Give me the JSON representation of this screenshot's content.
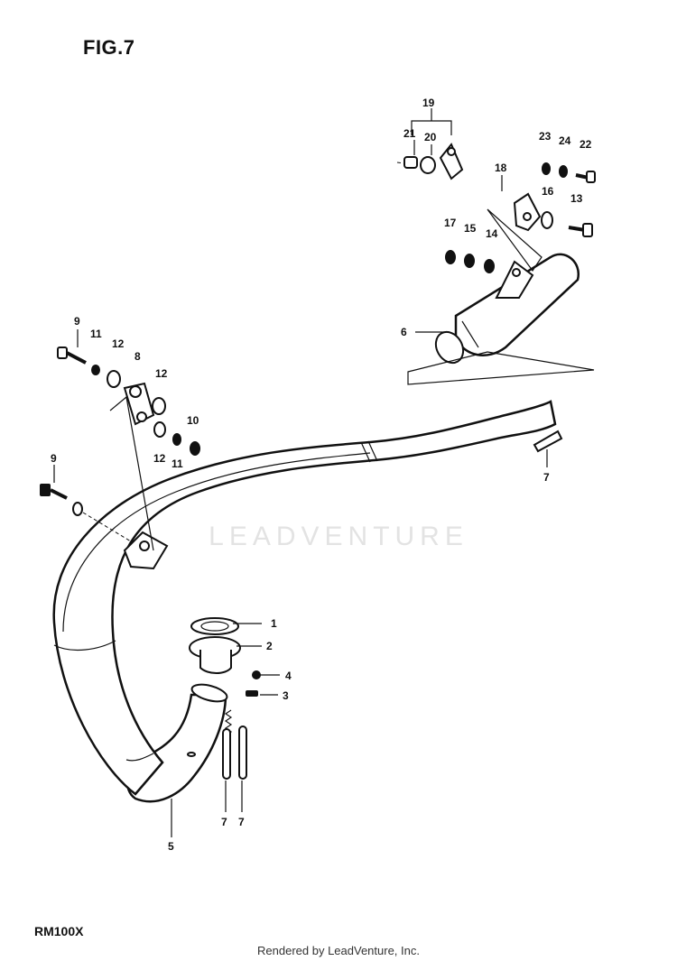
{
  "figure": {
    "title": "FIG.7",
    "model": "RM100X"
  },
  "credit": "Rendered by LeadVenture, Inc.",
  "watermark": "LEADVENTURE",
  "callouts": {
    "c1": "1",
    "c2": "2",
    "c3": "3",
    "c4": "4",
    "c5": "5",
    "c6": "6",
    "c7a": "7",
    "c7b": "7",
    "c7c": "7",
    "c8": "8",
    "c9a": "9",
    "c9b": "9",
    "c10": "10",
    "c11a": "11",
    "c11b": "11",
    "c12a": "12",
    "c12b": "12",
    "c12c": "12",
    "c13": "13",
    "c14": "14",
    "c15": "15",
    "c16": "16",
    "c17": "17",
    "c18": "18",
    "c19": "19",
    "c20": "20",
    "c21": "21",
    "c22": "22",
    "c23": "23",
    "c24": "24"
  }
}
